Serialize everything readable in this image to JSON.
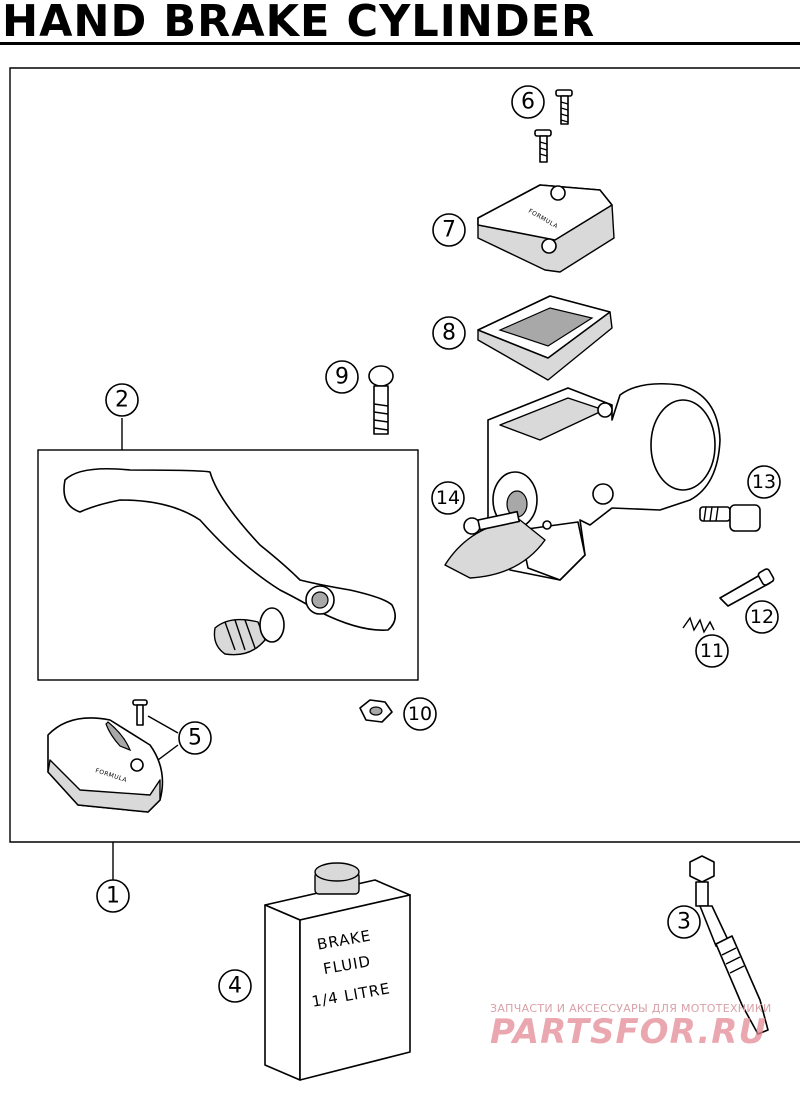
{
  "title": "HAND BRAKE CYLINDER",
  "callouts": [
    {
      "id": "1",
      "label": "1"
    },
    {
      "id": "2",
      "label": "2"
    },
    {
      "id": "3",
      "label": "3"
    },
    {
      "id": "4",
      "label": "4"
    },
    {
      "id": "5",
      "label": "5"
    },
    {
      "id": "6",
      "label": "6"
    },
    {
      "id": "7",
      "label": "7"
    },
    {
      "id": "8",
      "label": "8"
    },
    {
      "id": "9",
      "label": "9"
    },
    {
      "id": "10",
      "label": "10"
    },
    {
      "id": "11",
      "label": "11"
    },
    {
      "id": "12",
      "label": "12"
    },
    {
      "id": "13",
      "label": "13"
    },
    {
      "id": "14",
      "label": "14"
    }
  ],
  "fluid_can": {
    "line1": "BRAKE",
    "line2": "FLUID",
    "line3": "1/4 LITRE"
  },
  "reservoir_logo": "FORMULA",
  "cover_logo": "FORMULA",
  "watermark": {
    "tagline": "ЗАПЧАСТИ И АКСЕССУАРЫ ДЛЯ МОТОТЕХНИКИ",
    "brand": "PARTSFOR.RU"
  }
}
